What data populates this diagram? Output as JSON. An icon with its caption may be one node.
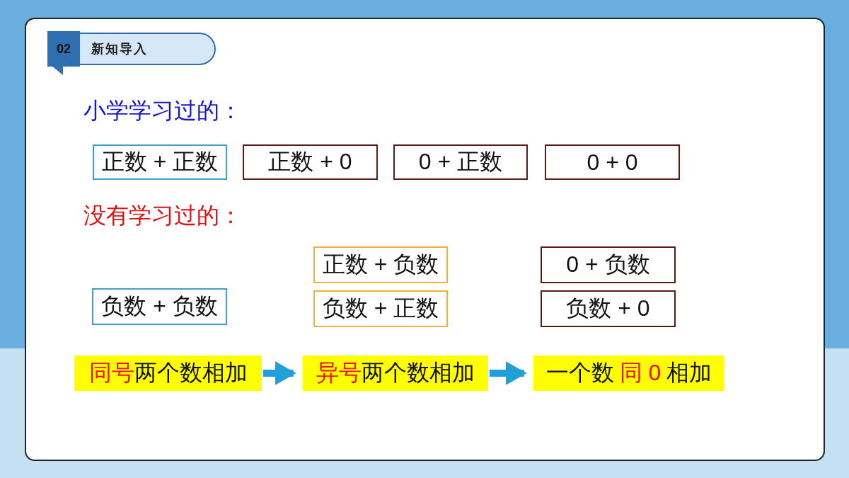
{
  "diagram": {
    "nodes": [
      {
        "text": [
          "正数 + 正数"
        ]
      },
      {
        "text": [
          "正数 + 0"
        ]
      },
      {
        "text": [
          "0 + 正数"
        ]
      },
      {
        "text": [
          "0 + 0"
        ]
      },
      {
        "text": [
          "正数 + 负数"
        ]
      },
      {
        "text": [
          "0 + 负数"
        ]
      },
      {
        "text": [
          "负数 + 负数"
        ]
      },
      {
        "text": [
          "负数 + 正数"
        ]
      },
      {
        "text": [
          "负数 + 0"
        ]
      },
      {
        "text": [
          "同号",
          "两个数相加"
        ]
      },
      {
        "text": [
          "异号",
          "两个数相加"
        ]
      },
      {
        "text": [
          "一个数",
          "同 0",
          "相加"
        ]
      }
    ],
    "edges": [
      {
        "from": 9,
        "to": 10,
        "arrow": "to"
      },
      {
        "from": 10,
        "to": 11,
        "arrow": "to"
      }
    ],
    "labels": [
      "02",
      "新知导入",
      "小学学习过的：",
      "没有学习过的："
    ]
  }
}
